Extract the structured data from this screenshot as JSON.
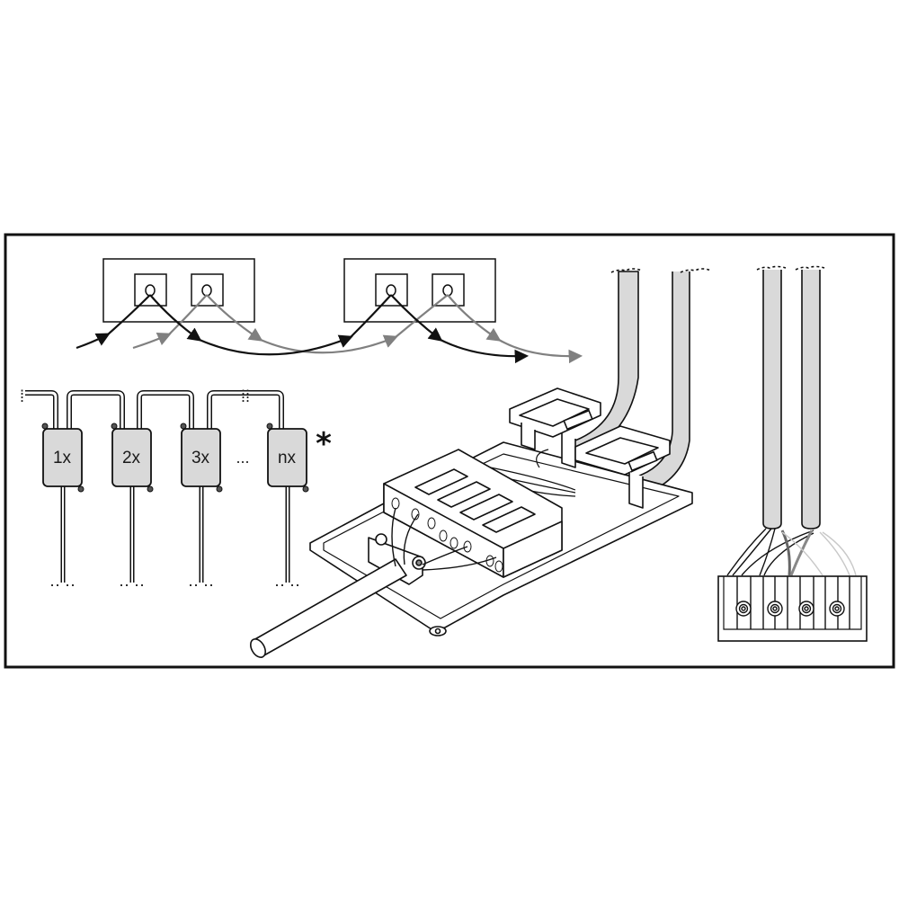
{
  "diagram": {
    "title": "",
    "colors": {
      "background": "#ffffff",
      "stroke": "#1a1a1a",
      "fill_gray": "#d9d9d9",
      "arrow_dark": "#111111",
      "arrow_light": "#808080"
    },
    "wiring_scheme": {
      "description": "Through-wiring of luminaires: two conductors looped from terminal to terminal",
      "boxes": 2,
      "terminals_per_box": 2
    },
    "drivers": {
      "items": [
        {
          "label": "1x"
        },
        {
          "label": "2x"
        },
        {
          "label": "3x"
        },
        {
          "label": "nx"
        }
      ],
      "ellipsis": "...",
      "footnote_marker": "*"
    },
    "connection_box": {
      "description": "Junction box with 4-pole push-in terminal block, strain relief clamp and two cable clamps"
    },
    "terminal_block": {
      "poles": 4,
      "description": "4-pole terminal block fed by two cables"
    }
  }
}
